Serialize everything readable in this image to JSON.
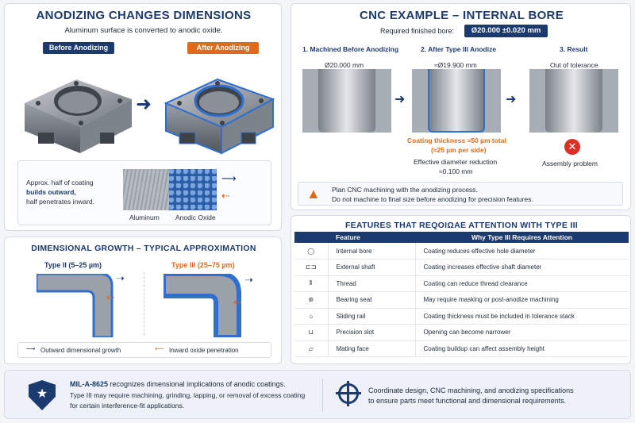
{
  "left_top": {
    "title": "ANODIZING CHANGES DIMENSIONS",
    "subtitle": "Aluminum surface is converted to anodic oxide.",
    "before_label": "Before Anodizing",
    "after_label": "After Anodizing",
    "note_line1": "Approx. half of coating",
    "note_line2": "builds outward,",
    "note_line3": "half penetrates inward.",
    "aluminum_label": "Aluminum",
    "oxide_label": "Anodic Oxide"
  },
  "growth": {
    "title": "DIMENSIONAL GROWTH – TYPICAL APPROXIMATION",
    "type2": "Type II (5–25 µm)",
    "type3": "Type III (25–75 µm)",
    "legend_out": "Outward dimensional growth",
    "legend_in": "Inward oxide penetration"
  },
  "cnc": {
    "title": "CNC EXAMPLE – INTERNAL BORE",
    "required_label": "Required finished bore:",
    "required_value": "Ø20.000 ±0.020 mm",
    "step1": "1. Machined Before Anodizing",
    "step1_dim": "Ø20.000 mm",
    "step2": "2. After Type III Anodize",
    "step2_dim": "≈Ø19.900 mm",
    "step3": "3. Result",
    "step3_dim": "Out of tolerance",
    "coat1": "Coating thickness ≈50 µm total",
    "coat2": "(≈25 µm per side)",
    "red1": "Effective diameter reduction",
    "red2": "≈0.100 mm",
    "problem": "Assembly problem",
    "warn1": "Plan CNC machining with the anodizing process.",
    "warn2": "Do not machine to final size before anodizing for precision features."
  },
  "features": {
    "title": "FEATURES THAT REQOIΩAE ATTENTION WITH TYPE III",
    "col_feature": "Feature",
    "col_why": "Why Type III Requires Attention",
    "rows": [
      {
        "icon": "bore-icon",
        "feature": "Internal bore",
        "why": "Coating reduces effective hole diameter"
      },
      {
        "icon": "shaft-icon",
        "feature": "External shaft",
        "why": "Coating increases effective shaft diameter"
      },
      {
        "icon": "thread-icon",
        "feature": "Thread",
        "why": "Coating can reduce thread clearance"
      },
      {
        "icon": "bearing-icon",
        "feature": "Bearing seat",
        "why": "May require masking or post-anodize machining"
      },
      {
        "icon": "rail-icon",
        "feature": "Sliding rail",
        "why": "Coating thickness must be included in tolerance stack"
      },
      {
        "icon": "slot-icon",
        "feature": "Precision slot",
        "why": "Opening can become narrower"
      },
      {
        "icon": "face-icon",
        "feature": "Mating face",
        "why": "Coating buildup can affect assembly height"
      }
    ]
  },
  "footer": {
    "mil_strong": "MIL-A-8625",
    "mil_rest": " recognizes dimensional implications of anodic coatings.",
    "mil_line2": "Type III may require machining, grinding, lapping, or removal of excess coating",
    "mil_line3": "for certain interference-fit applications.",
    "coord_line1": "Coordinate design, CNC machining, and anodizing specifications",
    "coord_line2": "to ensure parts meet functional and dimensional requirements."
  },
  "colors": {
    "navy": "#1d3a6e",
    "orange": "#e06a1c",
    "red": "#d93025",
    "blue": "#2f6fd0"
  }
}
